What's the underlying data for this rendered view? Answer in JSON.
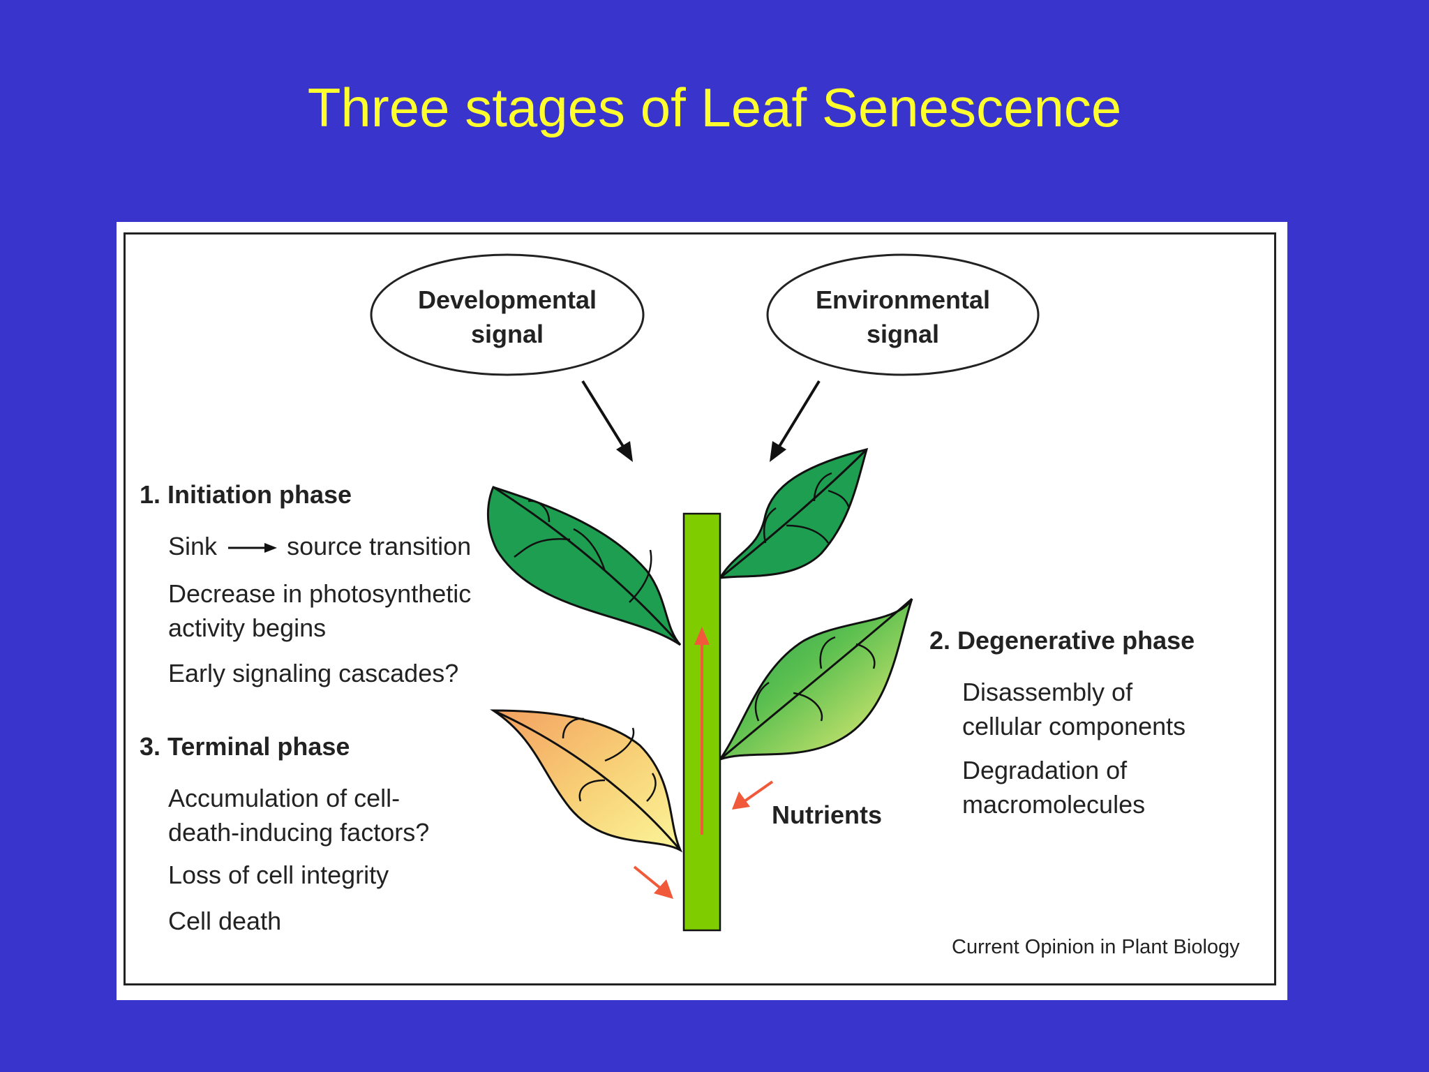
{
  "title": "Three stages of Leaf Senescence",
  "signals": {
    "developmental": [
      "Developmental",
      "signal"
    ],
    "environmental": [
      "Environmental",
      "signal"
    ]
  },
  "phase1": {
    "heading": "1. Initiation phase",
    "sink": "Sink",
    "source": "source transition",
    "items": [
      "Decrease in photosynthetic",
      "activity begins",
      "Early signaling cascades?"
    ]
  },
  "phase2": {
    "heading": "2. Degenerative phase",
    "items": [
      "Disassembly of",
      "cellular components",
      "Degradation of",
      "macromolecules"
    ]
  },
  "phase3": {
    "heading": "3. Terminal phase",
    "items": [
      "Accumulation of cell-",
      "death-inducing factors?",
      "Loss of cell integrity",
      "Cell death"
    ]
  },
  "nutrients": "Nutrients",
  "credit": "Current Opinion in Plant Biology",
  "colors": {
    "background": "#3834CC",
    "title": "#FFFF2E",
    "stem": "#7FCC00",
    "leaf_green": "#1E9E50",
    "leaf_yellow": "#F5F07A",
    "leaf_orange": "#F3A060",
    "arrow_red": "#F05A3A"
  }
}
